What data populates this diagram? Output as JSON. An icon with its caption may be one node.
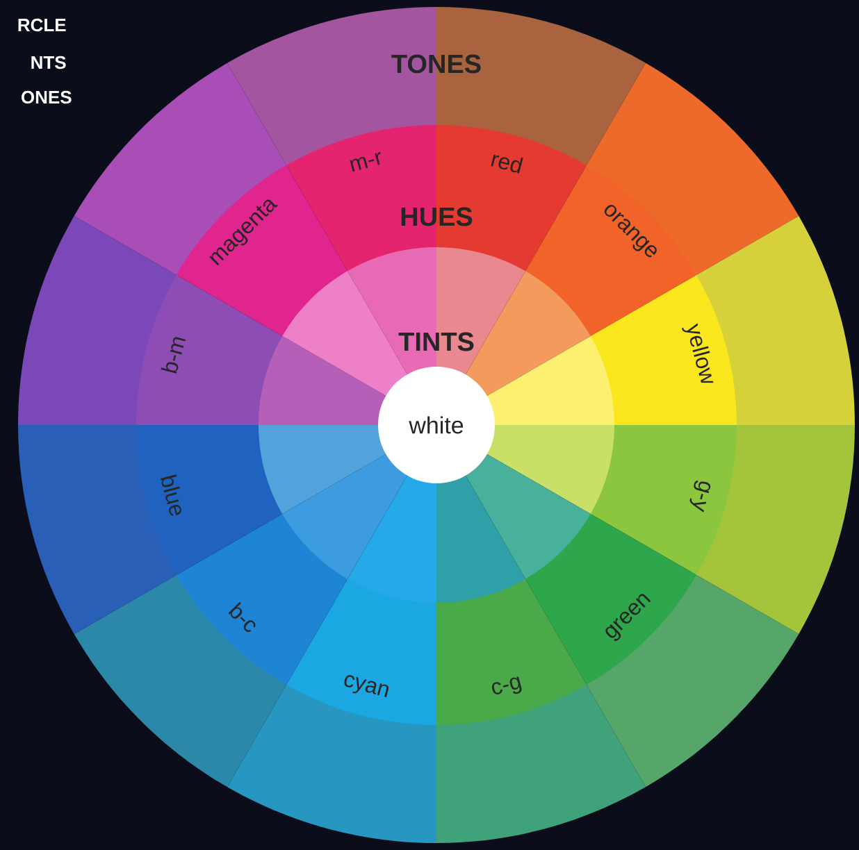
{
  "diagram": {
    "nodes": [
      {
        "text": [
          "white"
        ]
      },
      {
        "text": [
          "m-r"
        ]
      },
      {
        "text": [
          "red"
        ]
      },
      {
        "text": [
          "orange"
        ]
      },
      {
        "text": [
          "yellow"
        ]
      },
      {
        "text": [
          "g-y"
        ]
      },
      {
        "text": [
          "green"
        ]
      },
      {
        "text": [
          "c-g"
        ]
      },
      {
        "text": [
          "cyan"
        ]
      },
      {
        "text": [
          "b-c"
        ]
      },
      {
        "text": [
          "blue"
        ]
      },
      {
        "text": [
          "b-m"
        ]
      },
      {
        "text": [
          "magenta"
        ]
      },
      {
        "text": [],
        "shape": "wedge"
      },
      {
        "text": [],
        "shape": "wedge"
      },
      {
        "text": [],
        "shape": "wedge"
      },
      {
        "text": [],
        "shape": "wedge"
      },
      {
        "text": [],
        "shape": "wedge"
      },
      {
        "text": [],
        "shape": "wedge"
      },
      {
        "text": [],
        "shape": "wedge"
      },
      {
        "text": [],
        "shape": "wedge"
      },
      {
        "text": [],
        "shape": "wedge"
      },
      {
        "text": [],
        "shape": "wedge"
      },
      {
        "text": [],
        "shape": "wedge"
      },
      {
        "text": [],
        "shape": "wedge"
      },
      {
        "text": [],
        "shape": "wedge"
      },
      {
        "text": [],
        "shape": "wedge"
      },
      {
        "text": [],
        "shape": "wedge"
      },
      {
        "text": [],
        "shape": "wedge"
      },
      {
        "text": [],
        "shape": "wedge"
      },
      {
        "text": [],
        "shape": "wedge"
      },
      {
        "text": [],
        "shape": "wedge"
      },
      {
        "text": [],
        "shape": "wedge"
      },
      {
        "text": [],
        "shape": "wedge"
      },
      {
        "text": [],
        "shape": "wedge"
      },
      {
        "text": [],
        "shape": "wedge"
      },
      {
        "text": [],
        "shape": "wedge"
      }
    ],
    "labels": [
      "RCLE",
      "NTS",
      "ONES",
      "TONES",
      "HUES",
      "TINTS"
    ]
  }
}
